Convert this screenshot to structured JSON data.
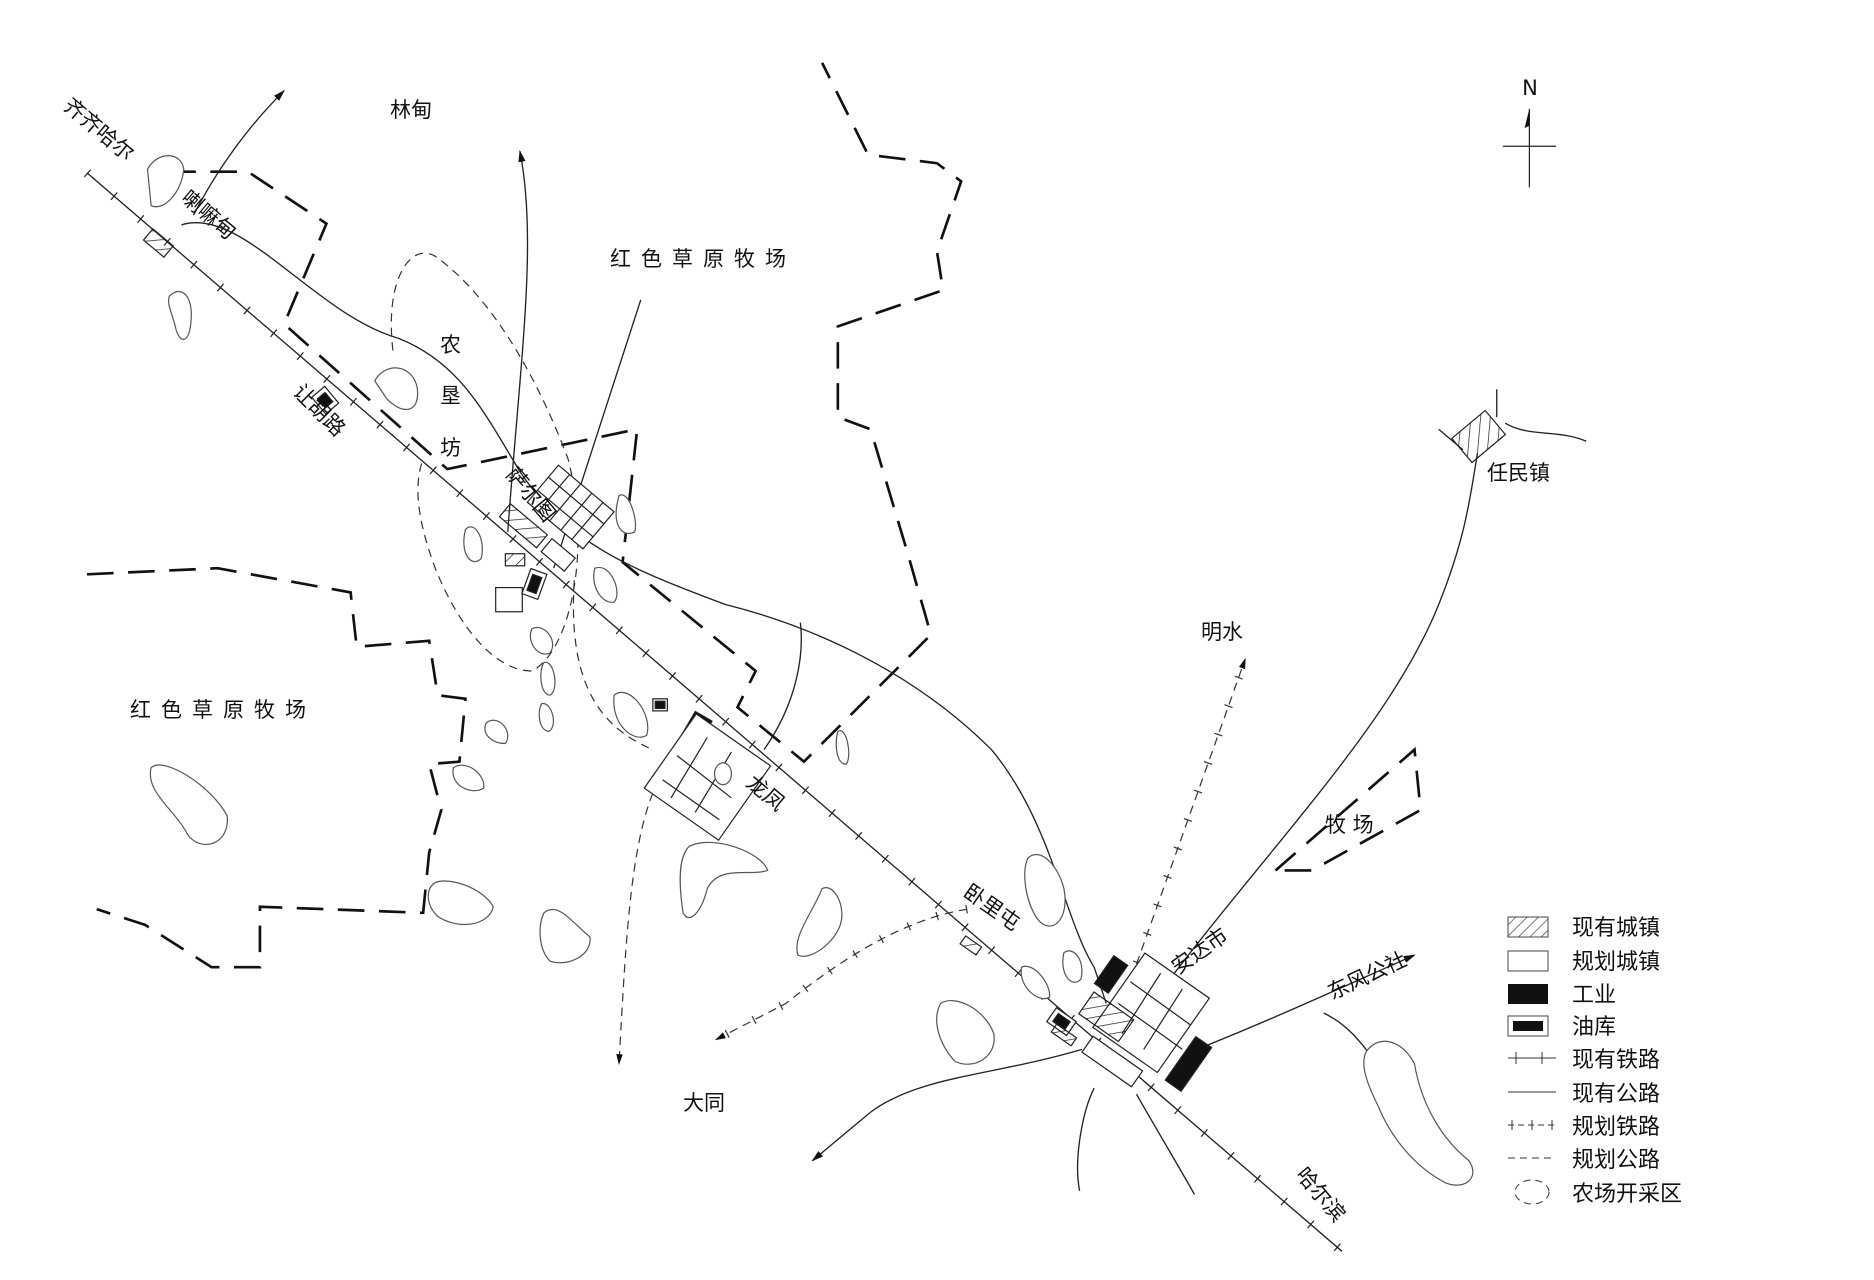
{
  "map": {
    "north_label": "N",
    "places": {
      "qiqihar": "齐齐哈尔",
      "lindian": "林甸",
      "lamadian": "喇嘛甸",
      "red_grassland_north": "红色草原牧场",
      "nongken_1": "农",
      "nongken_2": "垦",
      "nongken_3": "坊",
      "ranghulu": "让胡路",
      "saertu": "萨尔图",
      "red_grassland_west": "红色草原牧场",
      "longfeng": "龙凤",
      "mingshui": "明水",
      "renmin": "任民镇",
      "pasture": "牧 场",
      "wolitun": "卧里屯",
      "anda": "安达市",
      "dongfeng": "东风公社",
      "datong": "大同",
      "harbin": "哈尔滨"
    }
  },
  "legend": [
    {
      "symbol": "hatched-box",
      "label": "现有城镇"
    },
    {
      "symbol": "empty-box",
      "label": "规划城镇"
    },
    {
      "symbol": "black-box",
      "label": "工业"
    },
    {
      "symbol": "framed-black-box",
      "label": "油库"
    },
    {
      "symbol": "ticked-line",
      "label": "现有铁路"
    },
    {
      "symbol": "solid-line",
      "label": "现有公路"
    },
    {
      "symbol": "dash-ticked-line",
      "label": "规划铁路"
    },
    {
      "symbol": "dashed-line",
      "label": "规划公路"
    },
    {
      "symbol": "dashed-loop",
      "label": "农场开采区"
    }
  ]
}
